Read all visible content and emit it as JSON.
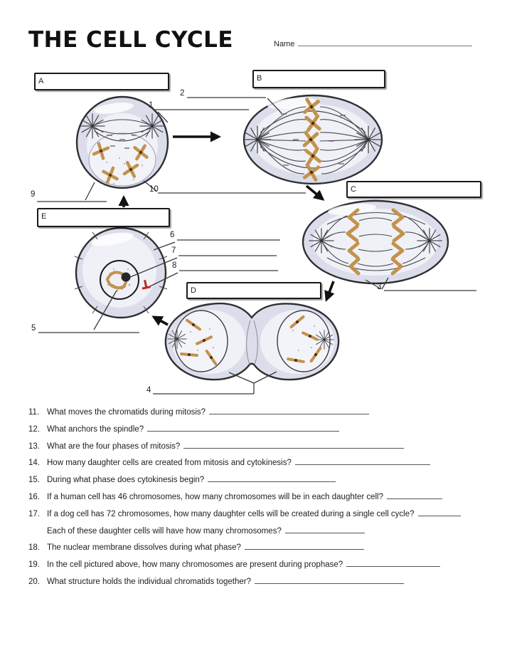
{
  "page": {
    "title": "THE CELL CYCLE",
    "name_label": "Name"
  },
  "diagram": {
    "letter_boxes": [
      {
        "letter": "A"
      },
      {
        "letter": "B"
      },
      {
        "letter": "C"
      },
      {
        "letter": "D"
      },
      {
        "letter": "E"
      }
    ],
    "number_labels": [
      {
        "n": "1"
      },
      {
        "n": "2"
      },
      {
        "n": "3"
      },
      {
        "n": "4"
      },
      {
        "n": "5"
      },
      {
        "n": "6"
      },
      {
        "n": "7"
      },
      {
        "n": "8"
      },
      {
        "n": "9"
      },
      {
        "n": "10"
      }
    ]
  },
  "questions": [
    {
      "number": "11.",
      "text": "What moves the chromatids during mitosis?"
    },
    {
      "number": "12.",
      "text": "What anchors the spindle?"
    },
    {
      "number": "13.",
      "text": "What are the four phases of mitosis?"
    },
    {
      "number": "14.",
      "text": "How many daughter cells are created from mitosis and cytokinesis?"
    },
    {
      "number": "15.",
      "text": "During what phase does cytokinesis begin?"
    },
    {
      "number": "16.",
      "text": "If a human cell has 46 chromosomes, how many chromosomes will be in each daughter cell?"
    },
    {
      "number": "17.",
      "text": "If a dog cell has 72 chromosomes, how many daughter cells will be created during a single cell cycle?"
    },
    {
      "number": "",
      "text": "Each of these daughter cells will have how many chromosomes?"
    },
    {
      "number": "18.",
      "text": "The nuclear membrane dissolves during what phase?"
    },
    {
      "number": "19.",
      "text": "In the cell pictured above, how many chromosomes are present during prophase?"
    },
    {
      "number": "20.",
      "text": "What structure holds the individual chromatids together?"
    }
  ],
  "colors": {
    "ink": "#1c1c1c",
    "line": "#3a3a3a",
    "cell-fill": "#dbdeea",
    "cell-inner": "#f3f4f9",
    "cell-stroke": "#2f2f33",
    "chromosome": "#c2924e",
    "centromere": "#4a3008",
    "spindle": "#46464e",
    "red-mark": "#c0251f",
    "blank-line": "#555555"
  }
}
